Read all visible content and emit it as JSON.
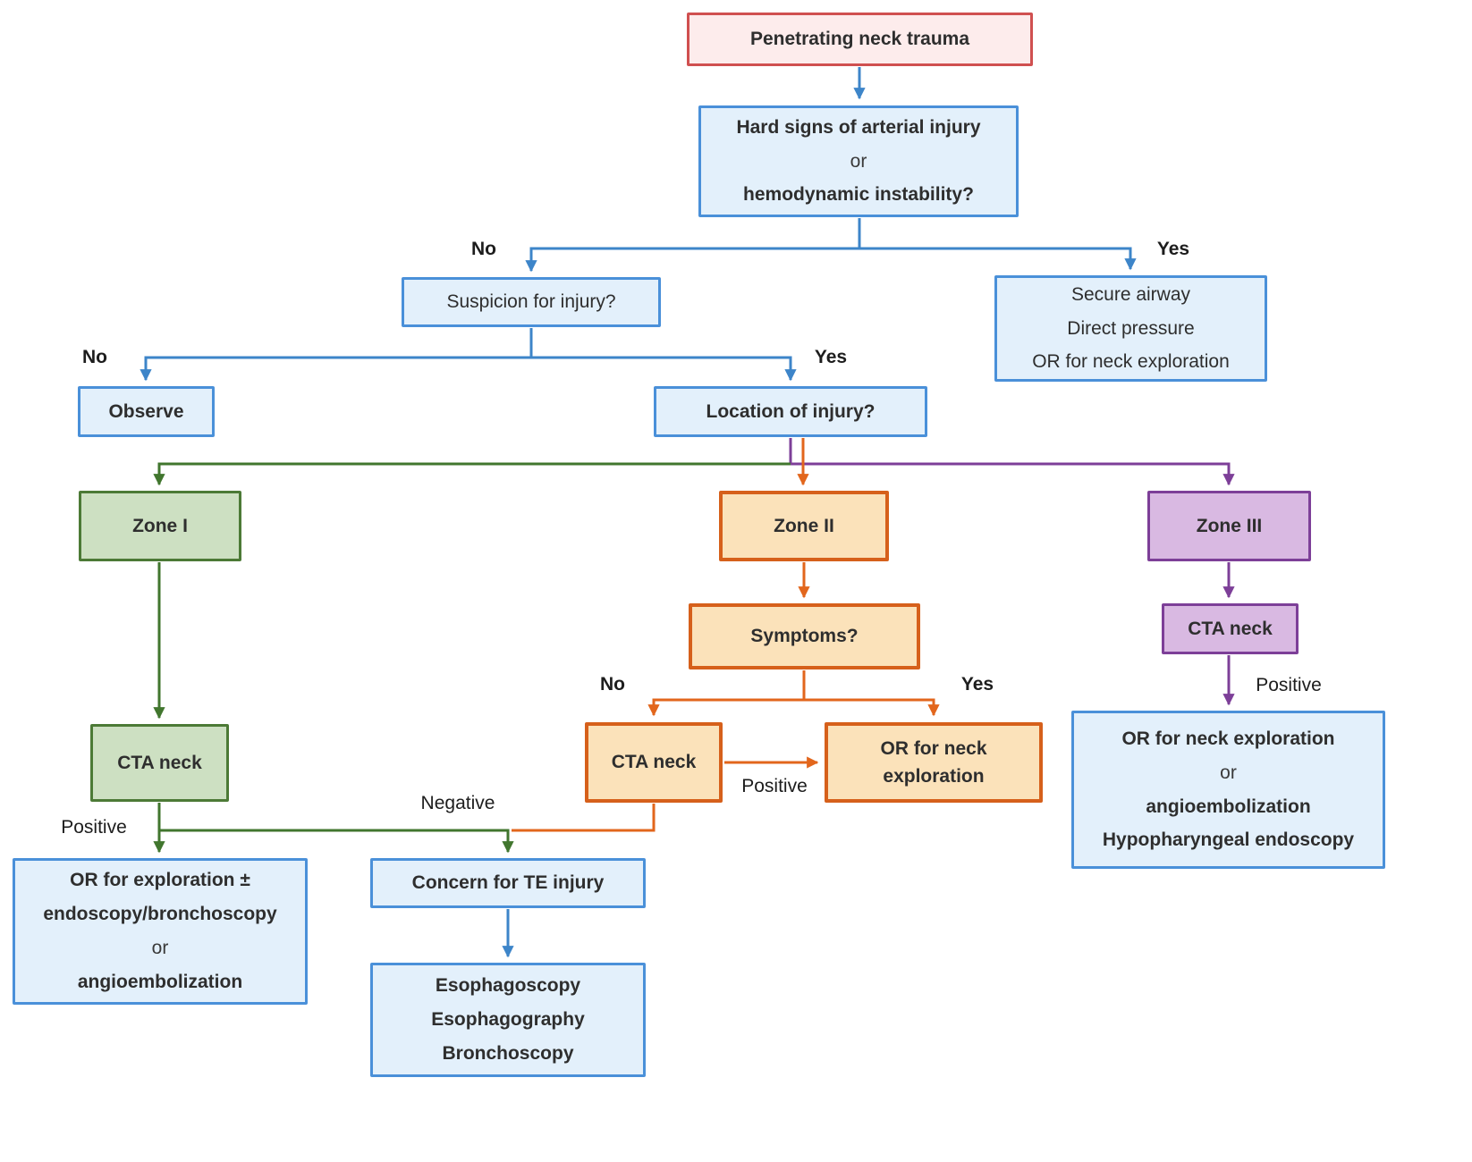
{
  "colors": {
    "blue_line": "#3d85c9",
    "green_line": "#41762e",
    "orange_line": "#e2661c",
    "purple_line": "#7d3f98",
    "red_box_border": "#d05050",
    "red_box_fill": "#fdecec",
    "blue_box_border": "#4a90d9",
    "blue_box_fill": "#e3f0fb",
    "green_box_border": "#4c7a36",
    "green_box_fill": "#cde0c2",
    "orange_box_border": "#d6601b",
    "orange_box_fill": "#fbe2ba",
    "purple_box_border": "#7d3f98",
    "purple_box_fill": "#d9b9e2"
  },
  "nodes": {
    "start": {
      "label": "Penetrating neck trauma"
    },
    "hard_signs": {
      "line1": "Hard signs of arterial injury",
      "line2": "or",
      "line3": "hemodynamic instability?"
    },
    "suspicion": {
      "label": "Suspicion for injury?"
    },
    "secure_airway": {
      "line1": "Secure airway",
      "line2": "Direct pressure",
      "line3": "OR for neck exploration"
    },
    "observe": {
      "label": "Observe"
    },
    "location": {
      "label": "Location of injury?"
    },
    "zone1": {
      "label": "Zone I"
    },
    "zone2": {
      "label": "Zone II"
    },
    "zone3": {
      "label": "Zone III"
    },
    "zone1_cta": {
      "label": "CTA neck"
    },
    "symptoms": {
      "label": "Symptoms?"
    },
    "zone2_cta": {
      "label": "CTA neck"
    },
    "zone2_or": {
      "line1": "OR for neck",
      "line2": "exploration"
    },
    "zone3_cta": {
      "label": "CTA neck"
    },
    "zone1_or": {
      "line1": "OR for exploration ±",
      "line2": "endoscopy/bronchoscopy",
      "line3": "or",
      "line4": "angioembolization"
    },
    "te_concern": {
      "label": "Concern for TE injury"
    },
    "te_workup": {
      "line1": "Esophagoscopy",
      "line2": "Esophagography",
      "line3": "Bronchoscopy"
    },
    "zone3_or": {
      "line1": "OR for neck exploration",
      "line2": "or",
      "line3": "angioembolization",
      "line4": "Hypopharyngeal endoscopy"
    }
  },
  "edge_labels": {
    "hard_signs_no": "No",
    "hard_signs_yes": "Yes",
    "suspicion_no": "No",
    "suspicion_yes": "Yes",
    "symptoms_no": "No",
    "symptoms_yes": "Yes",
    "zone1_positive": "Positive",
    "cta_negative": "Negative",
    "zone2_positive": "Positive",
    "zone3_positive": "Positive"
  }
}
